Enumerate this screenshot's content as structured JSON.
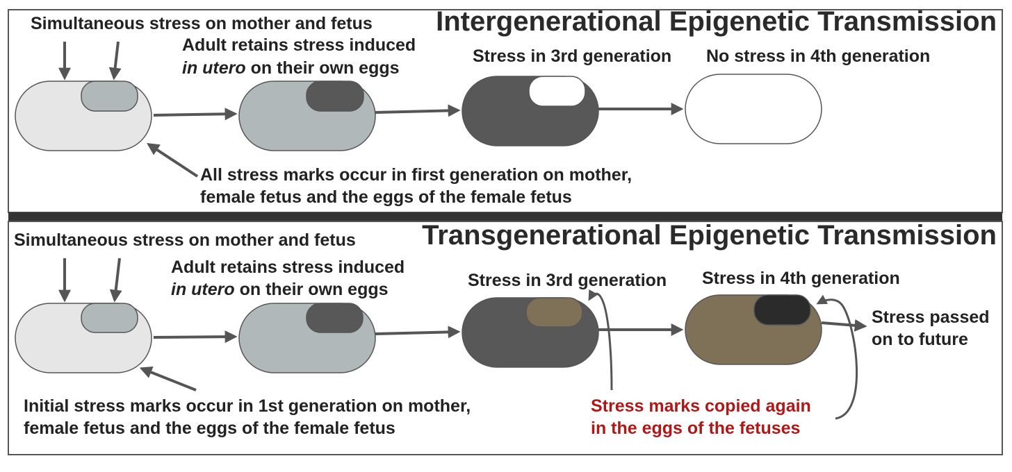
{
  "colors": {
    "cell_light": "#e6e6e6",
    "cell_mid": "#b1b8ba",
    "cell_dark": "#585858",
    "egg_darkest": "#2b2b2b",
    "cell_brown": "#7f7058",
    "cell_white": "#ffffff",
    "outline": "#555555",
    "arrow": "#555555",
    "divider": "#333333",
    "text": "#222222",
    "highlight_text": "#b01818"
  },
  "intergenerational": {
    "title": "Intergenerational Epigenetic Transmission",
    "stress_label": "Simultaneous stress on mother and fetus",
    "adult_line1": "Adult retains stress induced",
    "adult_italic": "in utero",
    "adult_rest": " on their own eggs",
    "gen3_label": "Stress in 3rd generation",
    "gen4_label": "No stress in 4th generation",
    "marks_line1": "All stress marks occur in first generation on mother,",
    "marks_line2": "female fetus and the eggs of the female fetus"
  },
  "transgenerational": {
    "title": "Transgenerational Epigenetic Transmission",
    "stress_label": "Simultaneous stress on mother and fetus",
    "adult_line1": "Adult retains stress induced",
    "adult_italic": "in utero",
    "adult_rest": " on their own eggs",
    "gen3_label": "Stress in 3rd generation",
    "gen4_label": "Stress in 4th generation",
    "future_line1": "Stress passed",
    "future_line2": "on to future",
    "marks_line1": "Initial stress marks occur in 1st generation on mother,",
    "marks_line2": "female fetus and the eggs of the female fetus",
    "copied_line1": "Stress marks copied again",
    "copied_line2": "in the eggs of the fetuses"
  }
}
